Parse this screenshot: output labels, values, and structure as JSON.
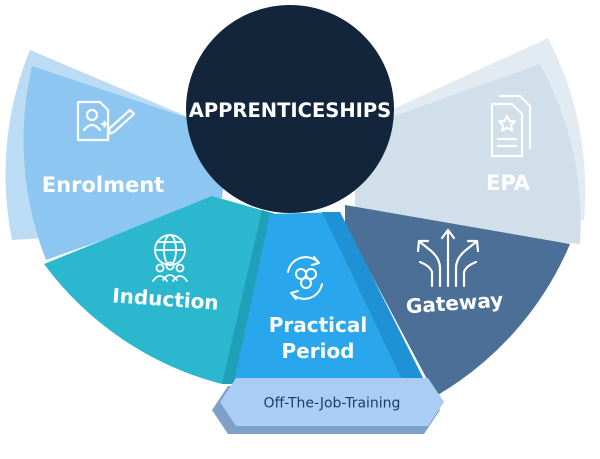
{
  "center": {
    "title": "APPRENTICESHIPS"
  },
  "segments": [
    {
      "id": "enrolment",
      "label": "Enrolment",
      "icon": "document-user-pencil-icon",
      "color": "#8ec6f2"
    },
    {
      "id": "induction",
      "label": "Induction",
      "icon": "globe-people-icon",
      "color": "#2bb8cf"
    },
    {
      "id": "practical",
      "label_line1": "Practical",
      "label_line2": "Period",
      "icon": "cycle-nodes-icon",
      "color": "#2aa7ec"
    },
    {
      "id": "gateway",
      "label": "Gateway",
      "icon": "diverging-arrows-icon",
      "color": "#4b6f96"
    },
    {
      "id": "epa",
      "label": "EPA",
      "icon": "certificate-star-icon",
      "color": "#d1dfea"
    }
  ],
  "badge": {
    "label": "Off-The-Job-Training"
  },
  "colors": {
    "center_fill": "#12253a",
    "badge_fill": "#a9cdf4",
    "badge_shadow": "#7fa0c8",
    "badge_text": "#1c3d66",
    "label_text": "#ffffff"
  }
}
